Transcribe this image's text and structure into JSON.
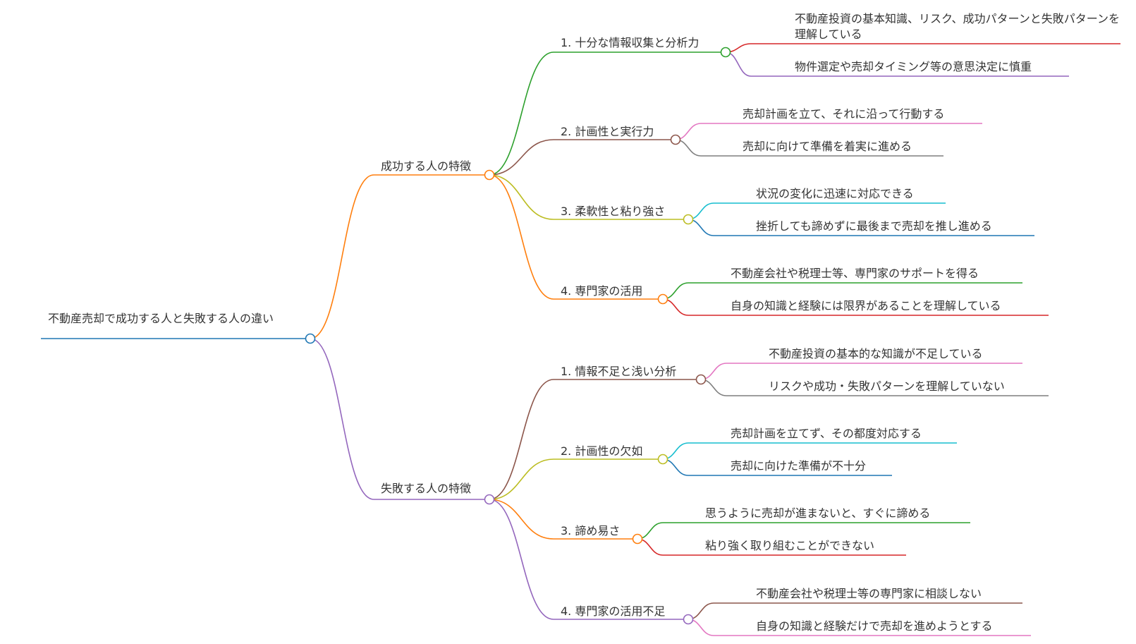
{
  "colors": {
    "blue": "#1f77b4",
    "orange": "#ff7f0e",
    "purple": "#9467bd",
    "green": "#2ca02c",
    "brown": "#8c564b",
    "olive": "#bcbd22",
    "red": "#d62728",
    "pink": "#e377c2",
    "gray": "#7f7f7f",
    "cyan": "#17becf"
  },
  "root": {
    "label": "不動産売却で成功する人と失敗する人の違い"
  },
  "success": {
    "label": "成功する人の特徴",
    "items": [
      {
        "label": "1. 十分な情報収集と分析力",
        "children": [
          "不動産投資の基本知識、リスク、成功パターンと失敗パターンを理解している",
          "物件選定や売却タイミング等の意思決定に慎重"
        ]
      },
      {
        "label": "2. 計画性と実行力",
        "children": [
          "売却計画を立て、それに沿って行動する",
          "売却に向けて準備を着実に進める"
        ]
      },
      {
        "label": "3. 柔軟性と粘り強さ",
        "children": [
          "状況の変化に迅速に対応できる",
          "挫折しても諦めずに最後まで売却を推し進める"
        ]
      },
      {
        "label": "4. 専門家の活用",
        "children": [
          "不動産会社や税理士等、専門家のサポートを得る",
          "自身の知識と経験には限界があることを理解している"
        ]
      }
    ]
  },
  "failure": {
    "label": "失敗する人の特徴",
    "items": [
      {
        "label": "1. 情報不足と浅い分析",
        "children": [
          "不動産投資の基本的な知識が不足している",
          "リスクや成功・失敗パターンを理解していない"
        ]
      },
      {
        "label": "2. 計画性の欠如",
        "children": [
          "売却計画を立てず、その都度対応する",
          "売却に向けた準備が不十分"
        ]
      },
      {
        "label": "3. 諦め易さ",
        "children": [
          "思うように売却が進まないと、すぐに諦める",
          "粘り強く取り組むことができない"
        ]
      },
      {
        "label": "4. 専門家の活用不足",
        "children": [
          "不動産会社や税理士等の専門家に相談しない",
          "自身の知識と経験だけで売却を進めようとする"
        ]
      }
    ]
  }
}
